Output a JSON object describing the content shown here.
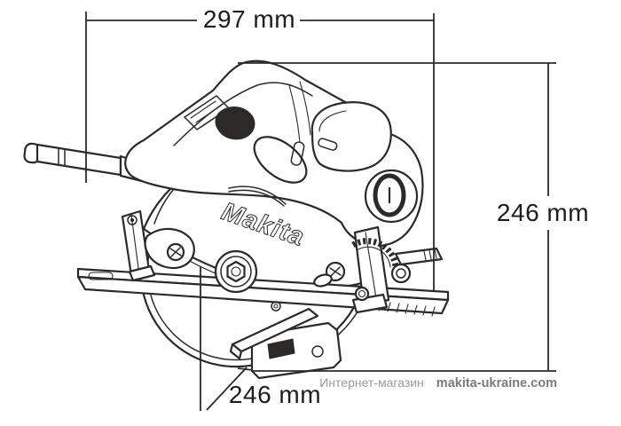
{
  "diagram": {
    "brand_logo": "Makita",
    "dimensions": {
      "width_label": "297 mm",
      "height_label": "246 mm",
      "blade_label": "246 mm"
    },
    "watermark": {
      "store_type": "Интернет-магазин",
      "site": "makita-ukraine.com"
    },
    "colors": {
      "background": "#ffffff",
      "line": "#2b2a29",
      "dimension_text": "#1d1d1b",
      "watermark_store": "#9b9b9b",
      "watermark_site": "#7b7b7b"
    }
  }
}
